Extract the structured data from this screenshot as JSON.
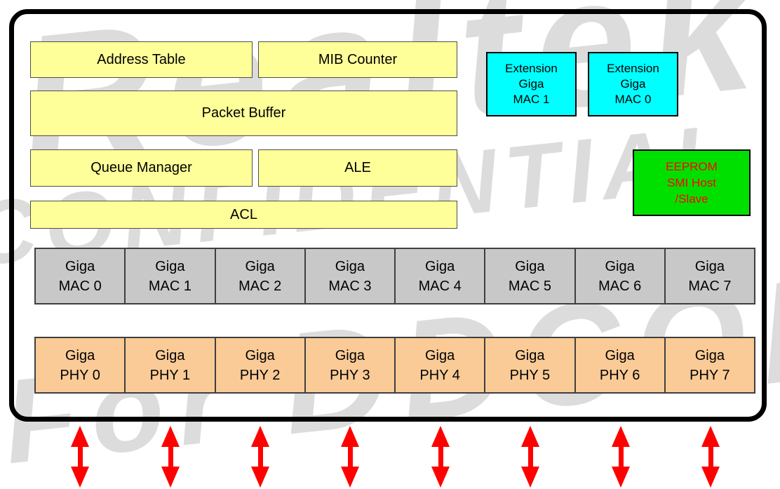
{
  "watermark": {
    "top_word": "Realtek",
    "middle_word": "CONFIDENTIAL",
    "bottom_prefix": "For ",
    "bottom_word": "DDCOM"
  },
  "blocks": {
    "address_table": "Address Table",
    "mib_counter": "MIB Counter",
    "packet_buffer": "Packet Buffer",
    "queue_manager": "Queue Manager",
    "ale": "ALE",
    "acl": "ACL"
  },
  "extension_macs": [
    {
      "line1": "Extension",
      "line2": "Giga",
      "line3": "MAC 1"
    },
    {
      "line1": "Extension",
      "line2": "Giga",
      "line3": "MAC 0"
    }
  ],
  "eeprom": {
    "line1": "EEPROM",
    "line2": "SMI Host",
    "line3": "/Slave"
  },
  "mac_row": [
    {
      "line1": "Giga",
      "line2": "MAC 0"
    },
    {
      "line1": "Giga",
      "line2": "MAC 1"
    },
    {
      "line1": "Giga",
      "line2": "MAC 2"
    },
    {
      "line1": "Giga",
      "line2": "MAC 3"
    },
    {
      "line1": "Giga",
      "line2": "MAC 4"
    },
    {
      "line1": "Giga",
      "line2": "MAC 5"
    },
    {
      "line1": "Giga",
      "line2": "MAC 6"
    },
    {
      "line1": "Giga",
      "line2": "MAC 7"
    }
  ],
  "phy_row": [
    {
      "line1": "Giga",
      "line2": "PHY 0"
    },
    {
      "line1": "Giga",
      "line2": "PHY 1"
    },
    {
      "line1": "Giga",
      "line2": "PHY 2"
    },
    {
      "line1": "Giga",
      "line2": "PHY 3"
    },
    {
      "line1": "Giga",
      "line2": "PHY 4"
    },
    {
      "line1": "Giga",
      "line2": "PHY 5"
    },
    {
      "line1": "Giga",
      "line2": "PHY 6"
    },
    {
      "line1": "Giga",
      "line2": "PHY 7"
    }
  ],
  "arrows": {
    "count": 8,
    "style": "vertical-double-headed"
  },
  "colors": {
    "block_yellow": "#ffff99",
    "block_cyan": "#00ffff",
    "block_green": "#00e000",
    "mac_gray": "#c8c8c8",
    "phy_peach": "#facb97",
    "arrow_red": "#ff0000",
    "eeprom_text_red": "#ff0000",
    "watermark_gray": "#dcdcdc",
    "outline_black": "#000000"
  }
}
